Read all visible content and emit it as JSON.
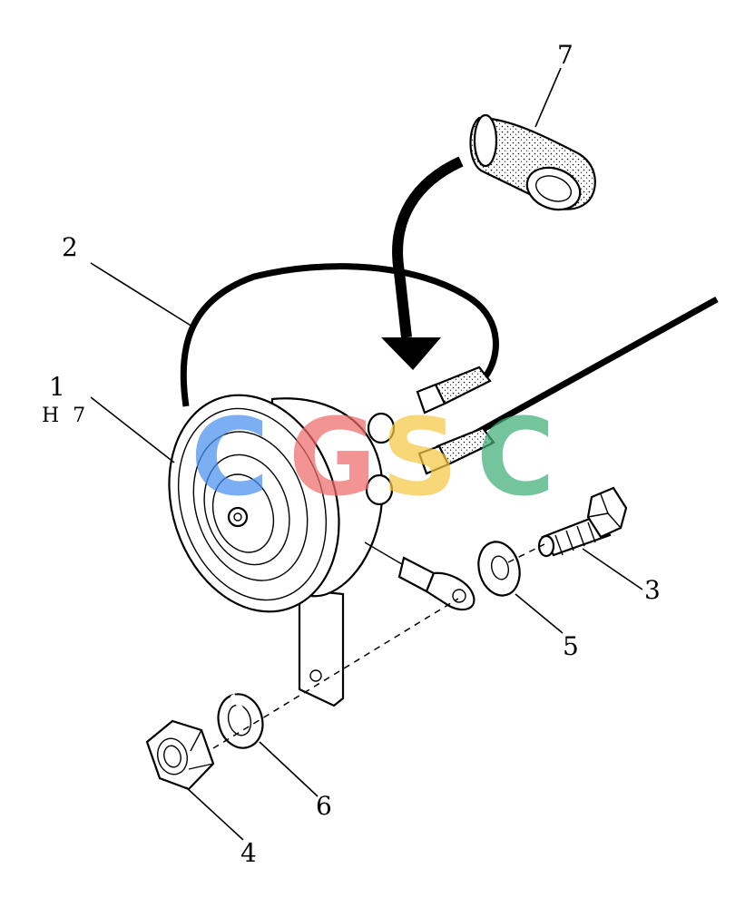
{
  "callouts": {
    "horn": "1",
    "horn_code": "H 7",
    "wire": "2",
    "bolt": "3",
    "nut": "4",
    "flat_washer": "5",
    "lock_washer": "6",
    "boot": "7"
  },
  "watermark": {
    "letters": [
      "C",
      "G",
      "S",
      "C"
    ],
    "colors": [
      "#4a8ff0",
      "#ef6b6b",
      "#f5c843",
      "#3fae7a"
    ]
  }
}
